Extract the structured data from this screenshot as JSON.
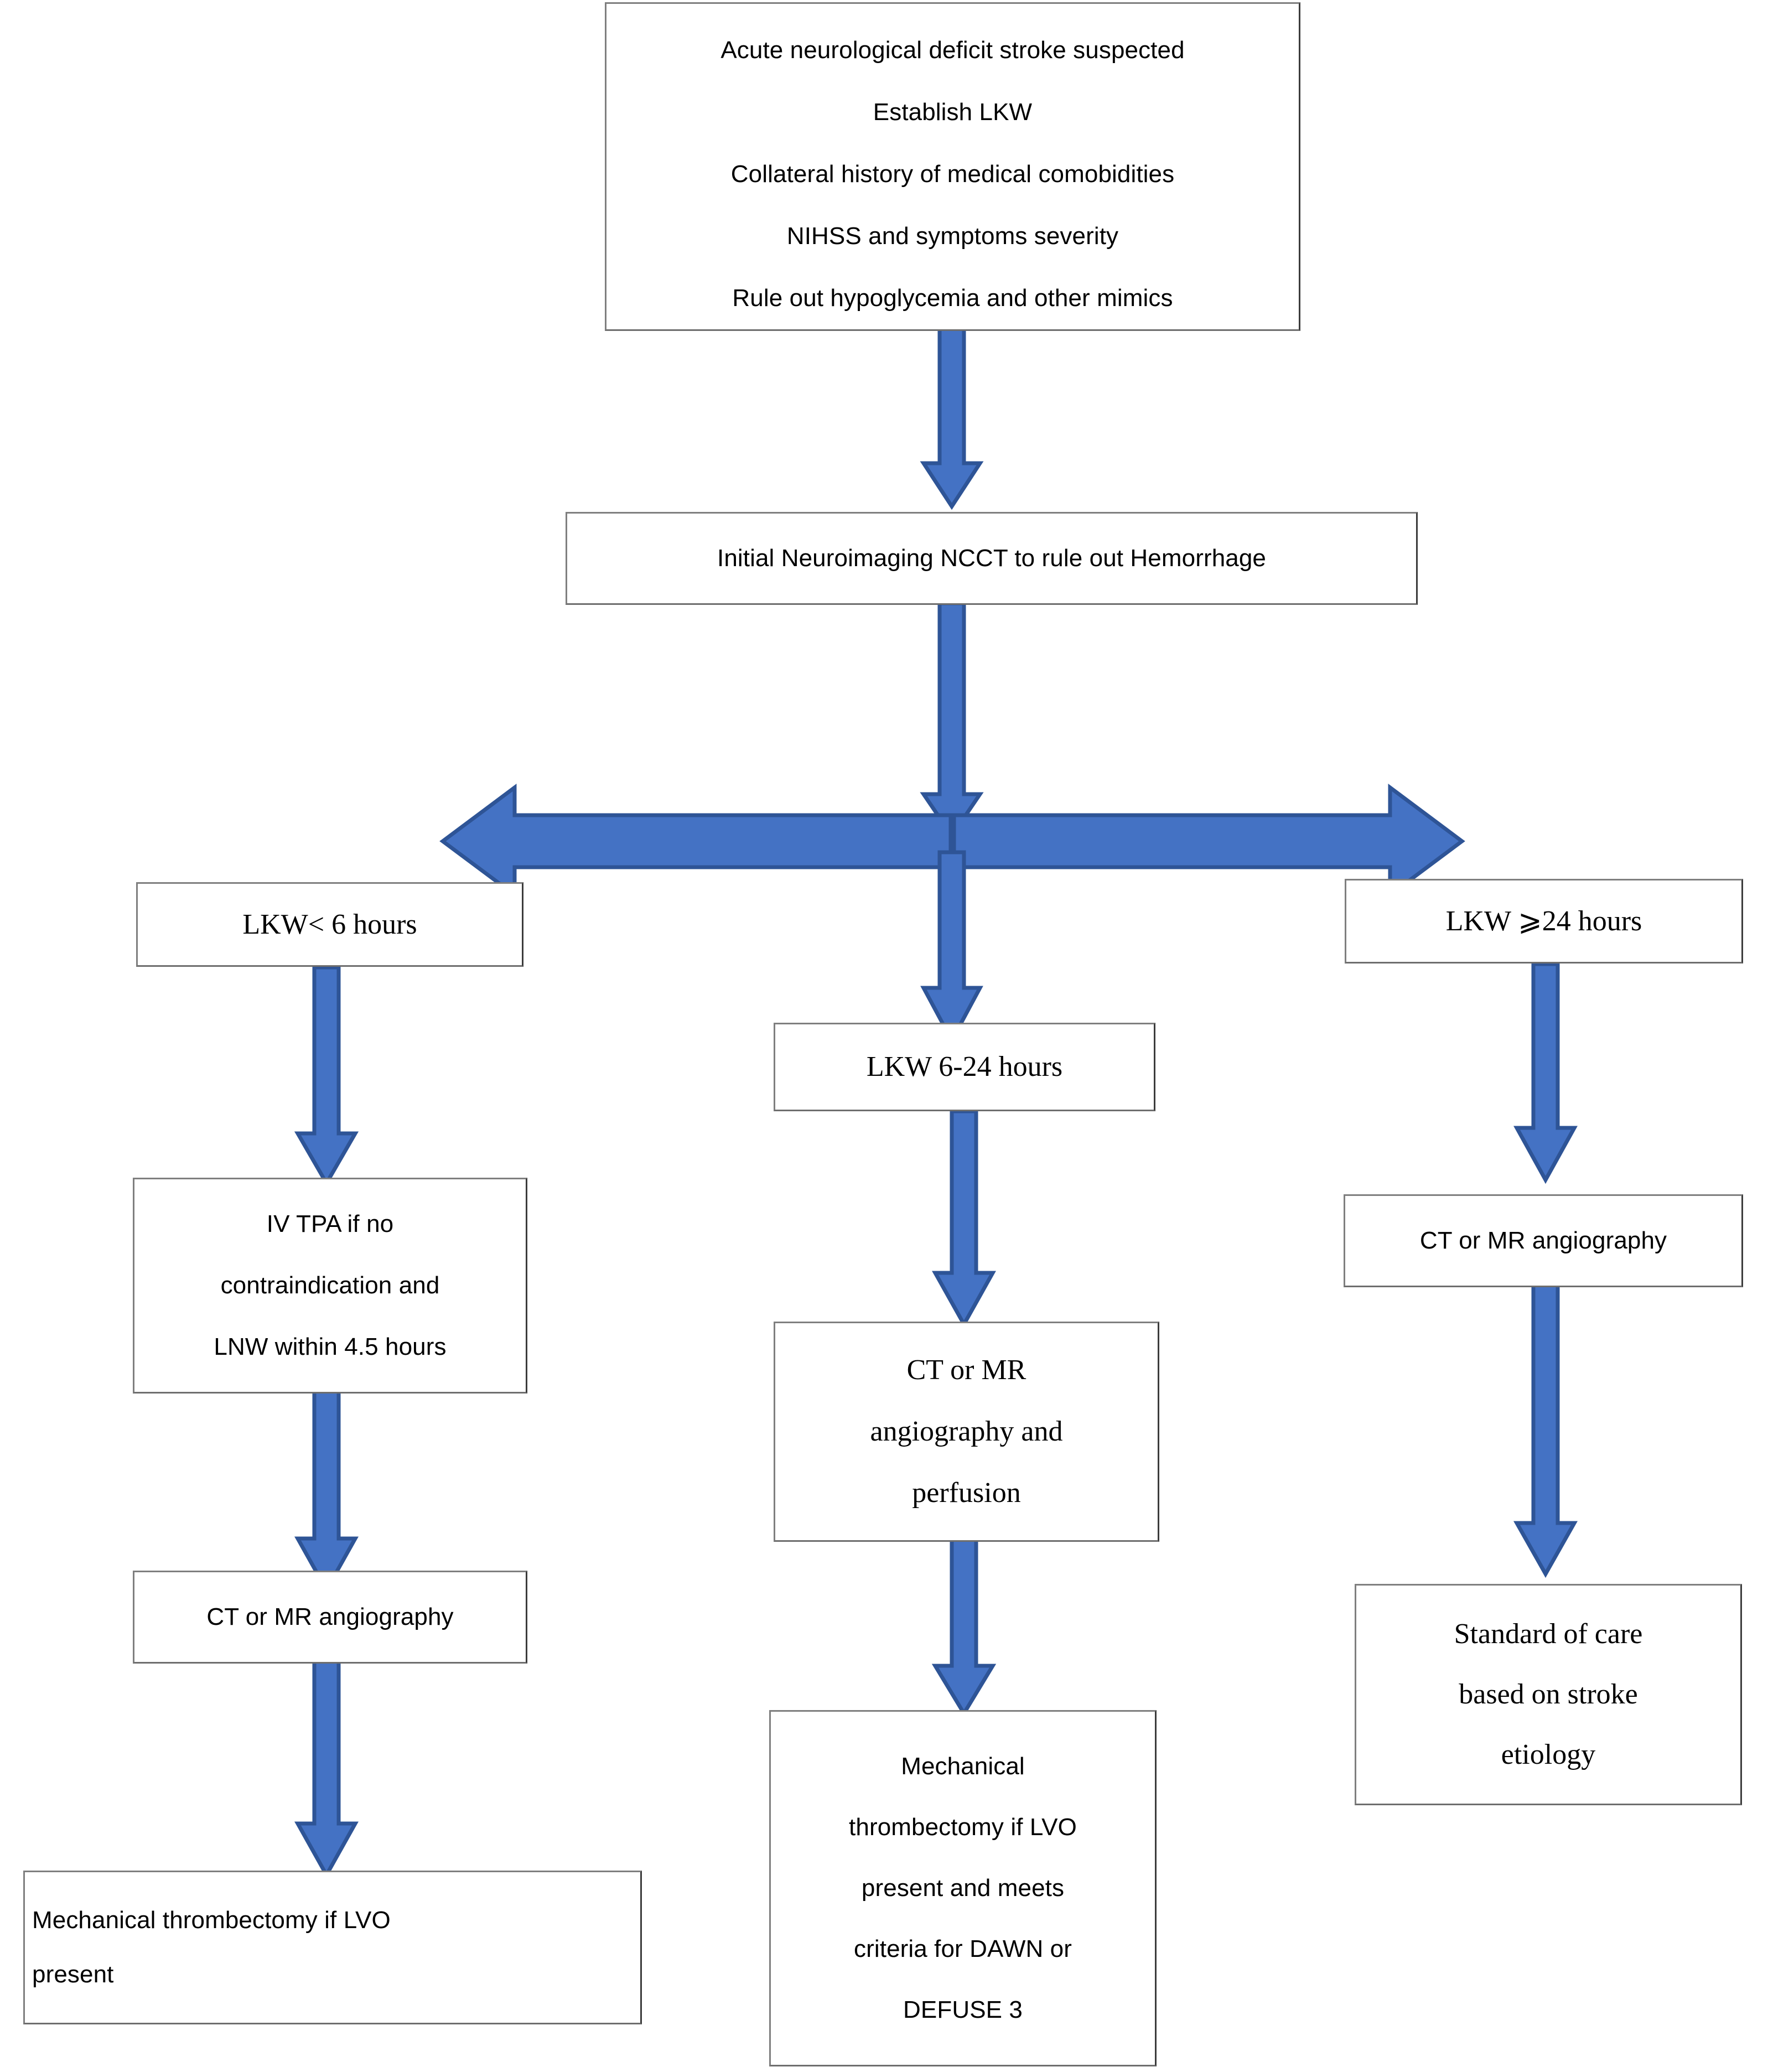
{
  "title": "Acute ischemic stroke triage and management flowchart",
  "colors": {
    "arrow_fill": "#4472C4",
    "arrow_stroke": "#2E5496",
    "box_border": "#7F7F7F",
    "box_border_dark": "#3C3C3C",
    "background": "#FFFFFF",
    "text": "#000000"
  },
  "nodes": {
    "initial_assessment": {
      "id": "initial-assessment",
      "lines": [
        "Acute neurological deficit stroke suspected",
        "Establish LKW",
        "Collateral history of medical comobidities",
        "NIHSS and symptoms severity",
        "Rule out hypoglycemia and other mimics"
      ]
    },
    "neuroimaging": {
      "id": "initial-neuroimaging",
      "lines": [
        "Initial Neuroimaging NCCT to rule out Hemorrhage"
      ]
    },
    "lkw_under_6": {
      "id": "lkw-under-6-hours",
      "lines": [
        "LKW< 6 hours"
      ]
    },
    "lkw_6_to_24": {
      "id": "lkw-6-to-24-hours",
      "lines": [
        "LKW 6-24 hours"
      ]
    },
    "lkw_over_24": {
      "id": "lkw-24-or-more-hours",
      "lines": [
        "LKW  ⩾24 hours"
      ]
    },
    "iv_tpa": {
      "id": "iv-tpa",
      "lines": [
        "IV TPA if no",
        "contraindication and",
        "LNW within 4.5 hours"
      ]
    },
    "angio_left": {
      "id": "ct-or-mr-angiography-left",
      "lines": [
        "CT or MR angiography"
      ]
    },
    "angio_perfusion_mid": {
      "id": "ct-or-mr-angiography-and-perfusion",
      "lines": [
        "CT or MR",
        "angiography and",
        "perfusion"
      ]
    },
    "angio_right": {
      "id": "ct-or-mr-angiography-right",
      "lines": [
        "CT or MR angiography"
      ]
    },
    "thrombectomy_left": {
      "id": "mechanical-thrombectomy-lvo",
      "lines": [
        "Mechanical thrombectomy if LVO",
        "present"
      ]
    },
    "thrombectomy_mid": {
      "id": "mechanical-thrombectomy-dawn-defuse",
      "lines": [
        "Mechanical",
        "thrombectomy if LVO",
        "present and meets",
        "criteria for DAWN or",
        "DEFUSE 3"
      ]
    },
    "standard_of_care": {
      "id": "standard-of-care",
      "lines": [
        "Standard of care",
        "based on stroke",
        "etiology"
      ]
    }
  },
  "arrows": [
    {
      "name": "arrow-assessment-to-neuroimaging",
      "direction": "down"
    },
    {
      "name": "arrow-neuroimaging-to-split",
      "direction": "down"
    },
    {
      "name": "arrow-split-to-left",
      "direction": "left"
    },
    {
      "name": "arrow-split-to-right",
      "direction": "right"
    },
    {
      "name": "arrow-split-to-middle",
      "direction": "down"
    },
    {
      "name": "arrow-lkw6-to-ivtpa",
      "direction": "down"
    },
    {
      "name": "arrow-ivtpa-to-angiography",
      "direction": "down"
    },
    {
      "name": "arrow-angiography-to-thrombectomy",
      "direction": "down"
    },
    {
      "name": "arrow-lkw624-to-angioperfusion",
      "direction": "down"
    },
    {
      "name": "arrow-angioperfusion-to-thrombectomy",
      "direction": "down"
    },
    {
      "name": "arrow-lkw24-to-angiography",
      "direction": "down"
    },
    {
      "name": "arrow-angiography-to-standardofcare",
      "direction": "down"
    }
  ]
}
